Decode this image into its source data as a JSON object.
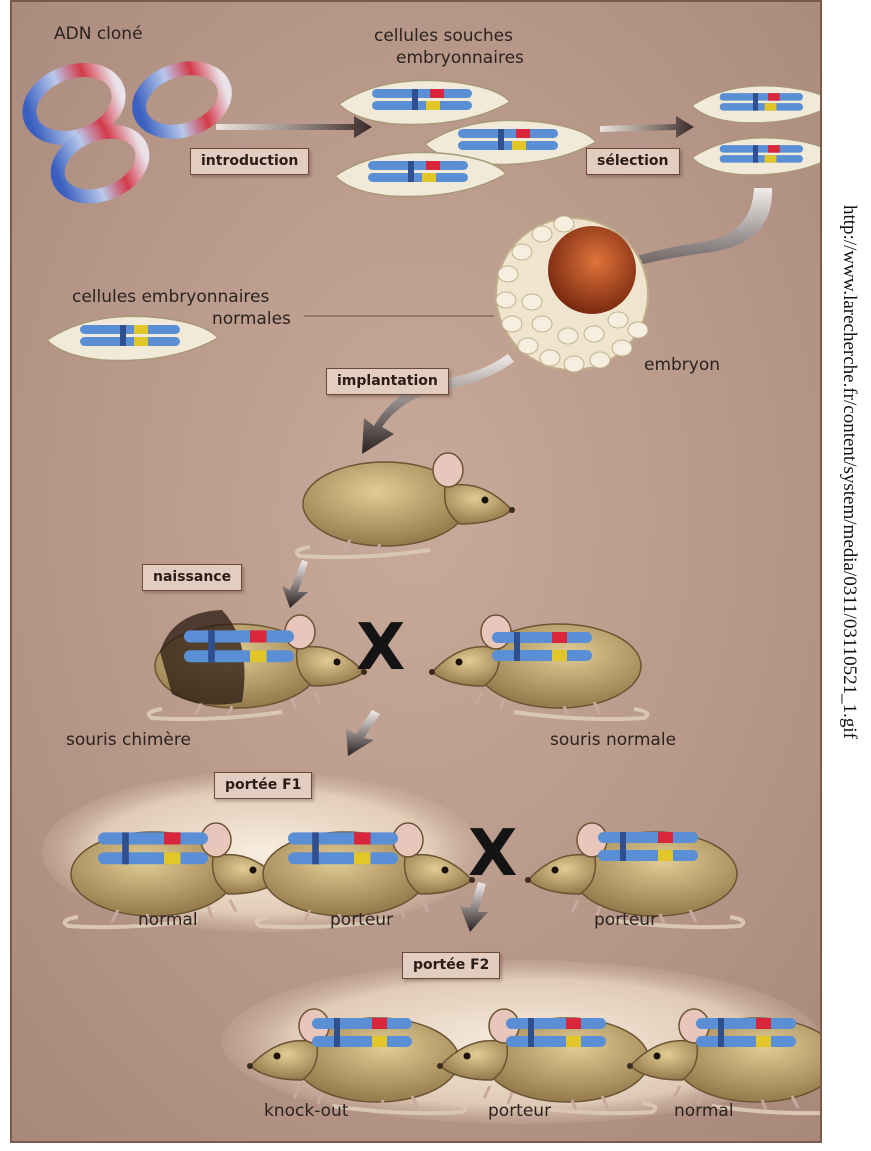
{
  "labels": {
    "adn_clone": "ADN cloné",
    "cellules_souches_1": "cellules souches",
    "cellules_souches_2": "embryonnaires",
    "cellules_normales_1": "cellules embryonnaires",
    "cellules_normales_2": "normales",
    "embryon": "embryon",
    "souris_chimere": "souris chimère",
    "souris_normale": "souris normale",
    "f1_normal": "normal",
    "f1_porteur_1": "porteur",
    "f1_porteur_2": "porteur",
    "f2_knockout": "knock-out",
    "f2_porteur": "porteur",
    "f2_normal": "normal"
  },
  "steps": {
    "introduction": "introduction",
    "selection": "sélection",
    "implantation": "implantation",
    "naissance": "naissance",
    "portee_f1": "portée F1",
    "portee_f2": "portée F2"
  },
  "cross_symbol": "X",
  "source_url": "http://www.larecherche.fr/content/system/media/0311/03110521_1.gif",
  "colors": {
    "background": "#b99a8a",
    "mouse_body": "#b89a66",
    "chromosome_blue": "#5a8fd6",
    "chromosome_red": "#d9263a",
    "chromosome_yellow": "#e3c62a",
    "embryo_inner": "#b8461c"
  }
}
